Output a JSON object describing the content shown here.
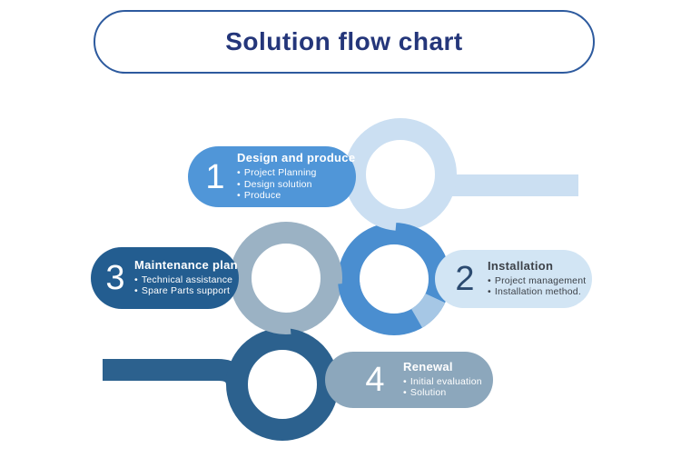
{
  "title": "Solution flow chart",
  "bullet_char": "•",
  "steps": [
    {
      "number": "1",
      "title": "Design and produce",
      "bullets": [
        "Project Planning",
        "Design solution",
        "Produce"
      ]
    },
    {
      "number": "2",
      "title": "Installation",
      "bullets": [
        "Project management",
        "Installation method."
      ]
    },
    {
      "number": "3",
      "title": "Maintenance plan",
      "bullets": [
        "Technical assistance",
        "Spare Parts support"
      ]
    },
    {
      "number": "4",
      "title": "Renewal",
      "bullets": [
        "Initial evaluation",
        "Solution"
      ]
    }
  ],
  "colors": {
    "navy_text": "#24367a",
    "title_border": "#2d5a9e",
    "light_blue": "#cbdff2",
    "pale_blue_fill": "#d2e5f4",
    "medium_blue": "#4a8ed0",
    "pill1_blue": "#5096d8",
    "gray_blue": "#9bb2c4",
    "pill4_gray_blue": "#8ca7bc",
    "dark_blue": "#2c618e",
    "pill3_dark_blue": "#235d90",
    "accent_light_segment": "#a6c7e5",
    "step2_number": "#2b4a70",
    "step2_text": "#3d4249"
  }
}
